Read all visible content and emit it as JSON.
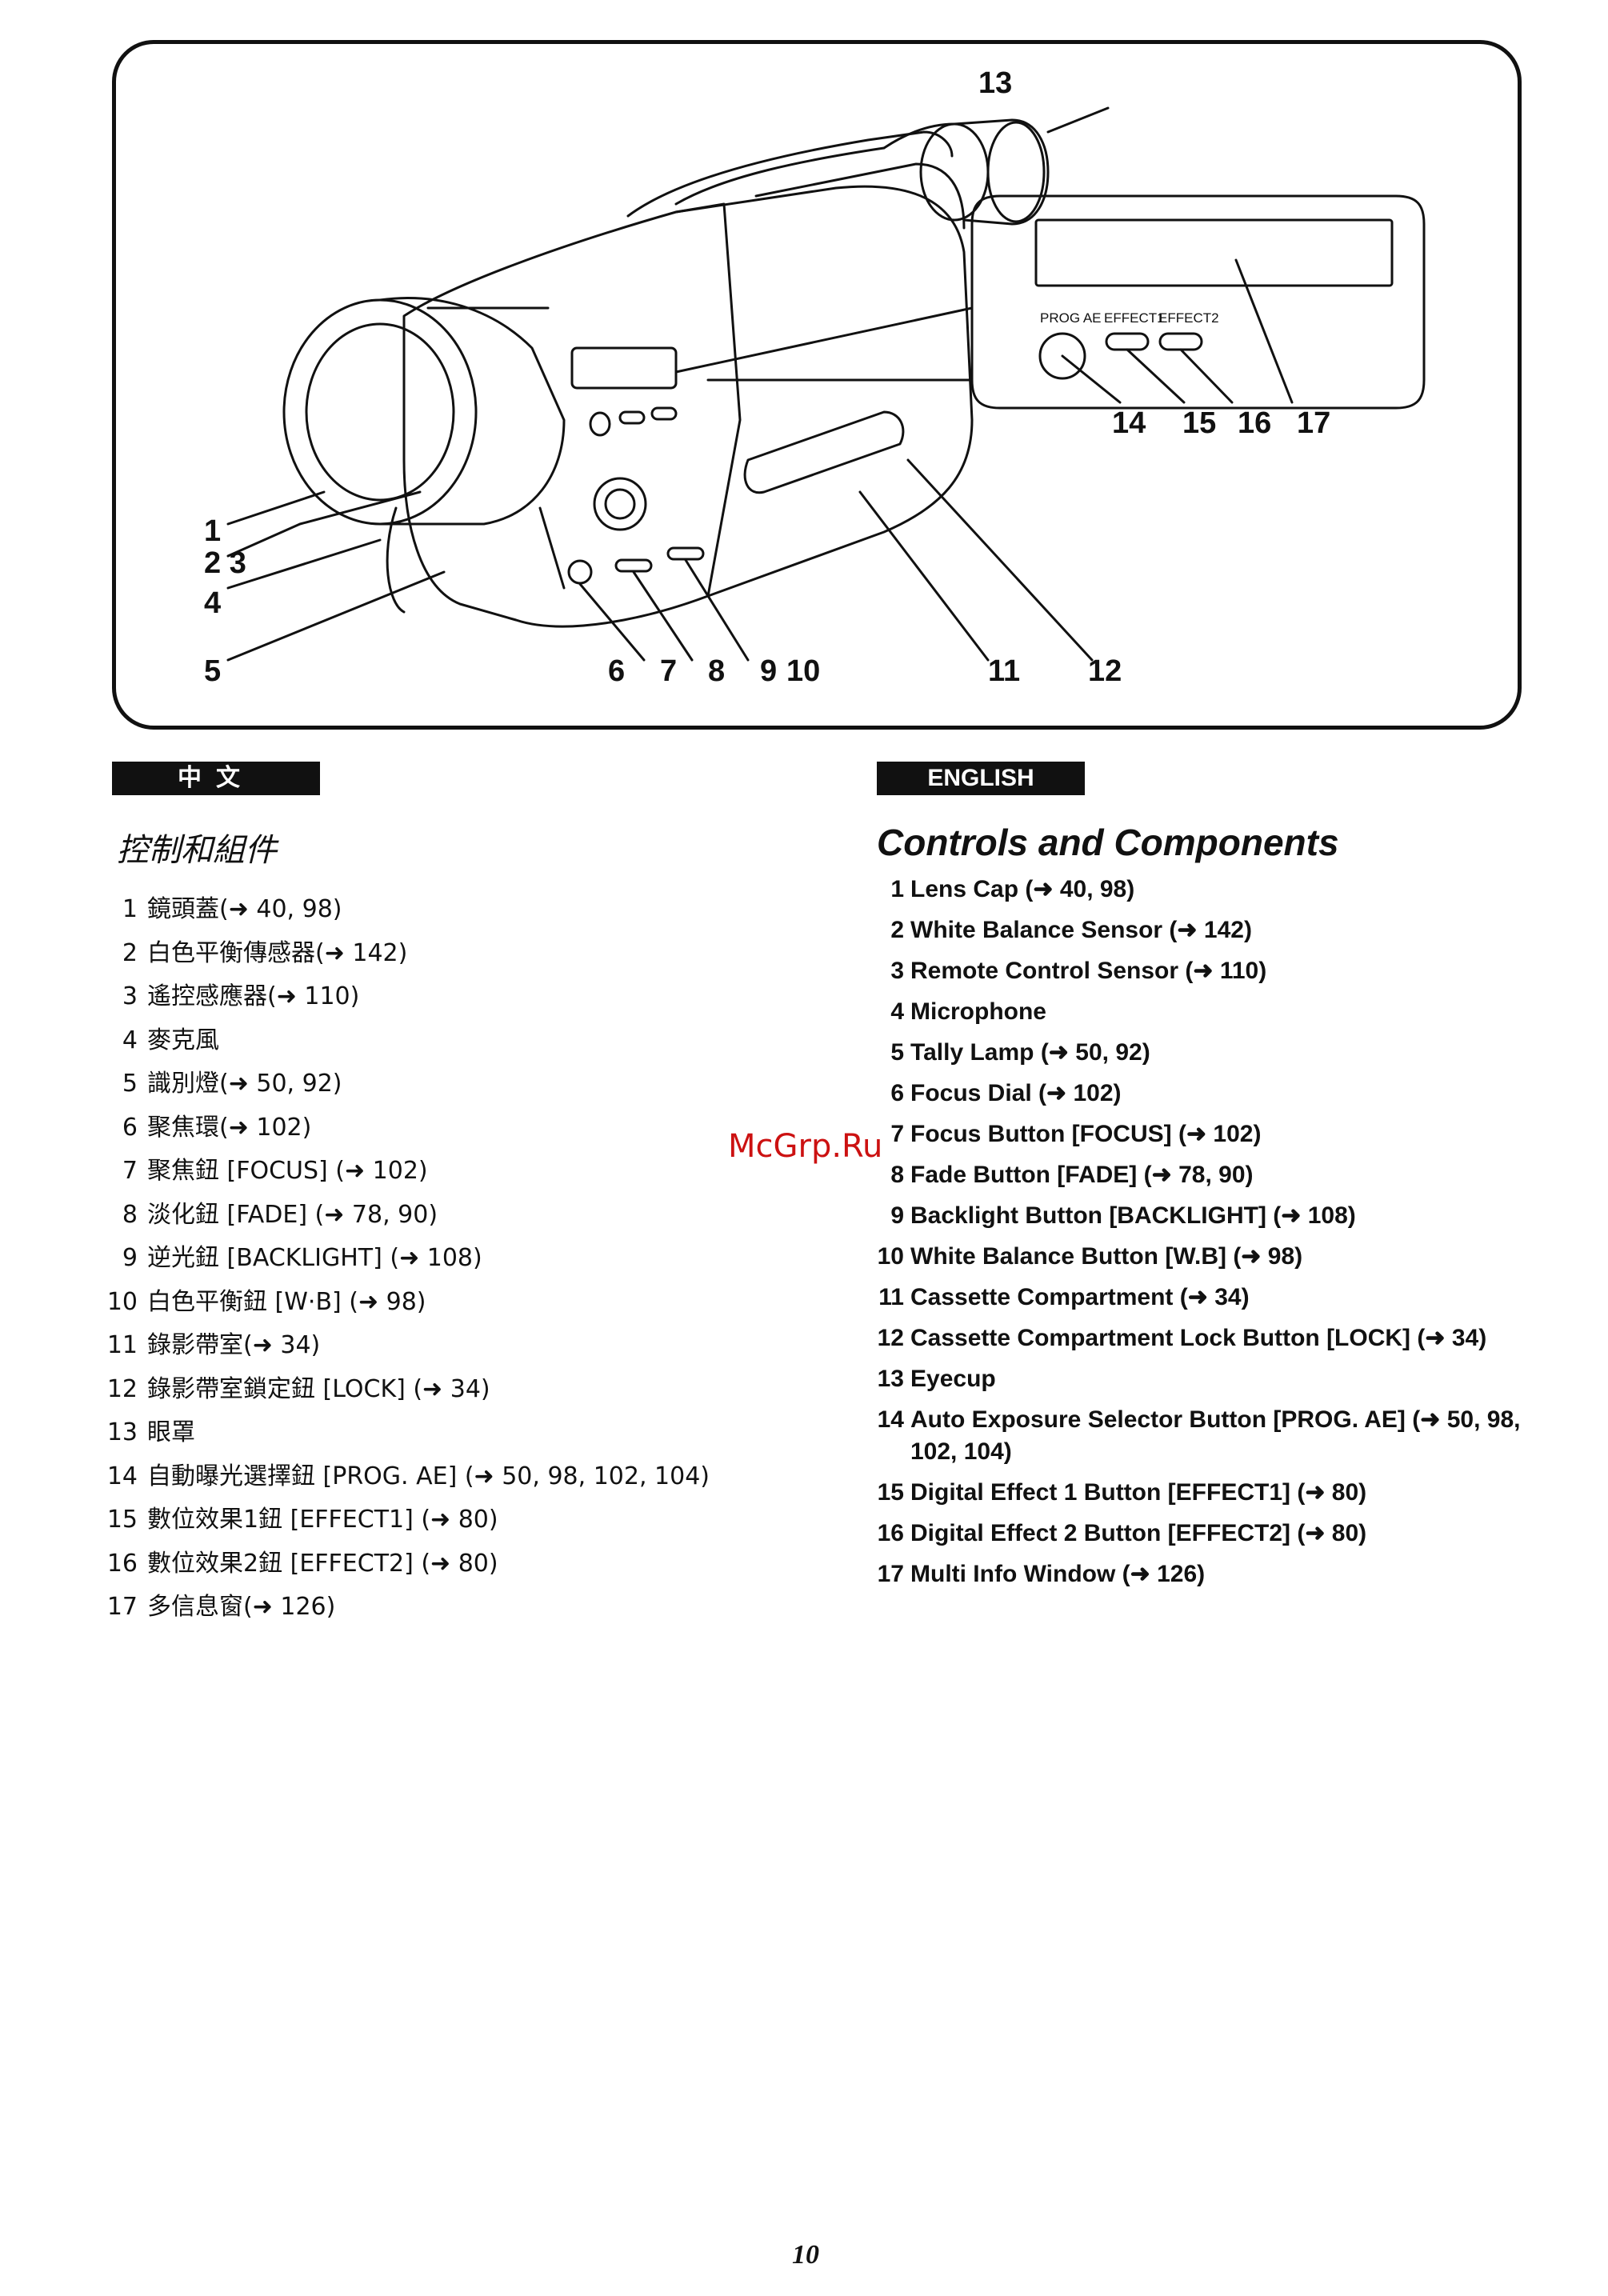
{
  "diagram": {
    "callouts": [
      "1",
      "2 3",
      "4",
      "5",
      "6",
      "7",
      "8",
      "9",
      "10",
      "11",
      "12",
      "13",
      "14",
      "15",
      "16",
      "17"
    ],
    "panel_labels": {
      "prog_ae": "PROG AE",
      "effect1": "EFFECT1",
      "effect2": "EFFECT2"
    }
  },
  "chinese": {
    "header": "中文",
    "title": "控制和組件",
    "items": [
      {
        "num": "1",
        "text": "鏡頭蓋(➜ 40, 98)"
      },
      {
        "num": "2",
        "text": "白色平衡傳感器(➜ 142)"
      },
      {
        "num": "3",
        "text": "遙控感應器(➜ 110)"
      },
      {
        "num": "4",
        "text": "麥克風"
      },
      {
        "num": "5",
        "text": "識別燈(➜ 50, 92)"
      },
      {
        "num": "6",
        "text": "聚焦環(➜ 102)"
      },
      {
        "num": "7",
        "text": "聚焦鈕 [FOCUS] (➜ 102)"
      },
      {
        "num": "8",
        "text": "淡化鈕 [FADE] (➜ 78, 90)"
      },
      {
        "num": "9",
        "text": "逆光鈕 [BACKLIGHT] (➜ 108)"
      },
      {
        "num": "10",
        "text": "白色平衡鈕 [W·B] (➜ 98)"
      },
      {
        "num": "11",
        "text": "錄影帶室(➜ 34)"
      },
      {
        "num": "12",
        "text": "錄影帶室鎖定鈕 [LOCK] (➜ 34)"
      },
      {
        "num": "13",
        "text": "眼罩"
      },
      {
        "num": "14",
        "text": "自動曝光選擇鈕 [PROG. AE] (➜ 50, 98, 102, 104)"
      },
      {
        "num": "15",
        "text": "數位效果1鈕 [EFFECT1] (➜ 80)"
      },
      {
        "num": "16",
        "text": "數位效果2鈕 [EFFECT2] (➜ 80)"
      },
      {
        "num": "17",
        "text": "多信息窗(➜ 126)"
      }
    ]
  },
  "english": {
    "header": "ENGLISH",
    "title": "Controls and Components",
    "items": [
      {
        "num": "1",
        "text": "Lens Cap (➜ 40, 98)"
      },
      {
        "num": "2",
        "text": "White Balance Sensor (➜ 142)"
      },
      {
        "num": "3",
        "text": "Remote Control Sensor (➜ 110)"
      },
      {
        "num": "4",
        "text": "Microphone"
      },
      {
        "num": "5",
        "text": "Tally Lamp (➜ 50, 92)"
      },
      {
        "num": "6",
        "text": "Focus Dial (➜ 102)"
      },
      {
        "num": "7",
        "text": "Focus Button [FOCUS] (➜ 102)"
      },
      {
        "num": "8",
        "text": "Fade Button [FADE] (➜ 78, 90)"
      },
      {
        "num": "9",
        "text": "Backlight Button [BACKLIGHT] (➜ 108)"
      },
      {
        "num": "10",
        "text": "White Balance Button [W.B] (➜ 98)"
      },
      {
        "num": "11",
        "text": "Cassette Compartment (➜ 34)"
      },
      {
        "num": "12",
        "text": "Cassette Compartment Lock Button [LOCK] (➜ 34)"
      },
      {
        "num": "13",
        "text": "Eyecup"
      },
      {
        "num": "14",
        "text": "Auto Exposure Selector Button [PROG. AE] (➜ 50, 98, 102, 104)"
      },
      {
        "num": "15",
        "text": "Digital Effect 1 Button [EFFECT1] (➜ 80)"
      },
      {
        "num": "16",
        "text": "Digital Effect 2 Button [EFFECT2] (➜ 80)"
      },
      {
        "num": "17",
        "text": "Multi Info Window (➜ 126)"
      }
    ]
  },
  "watermark": "McGrp.Ru",
  "page_number": "10"
}
